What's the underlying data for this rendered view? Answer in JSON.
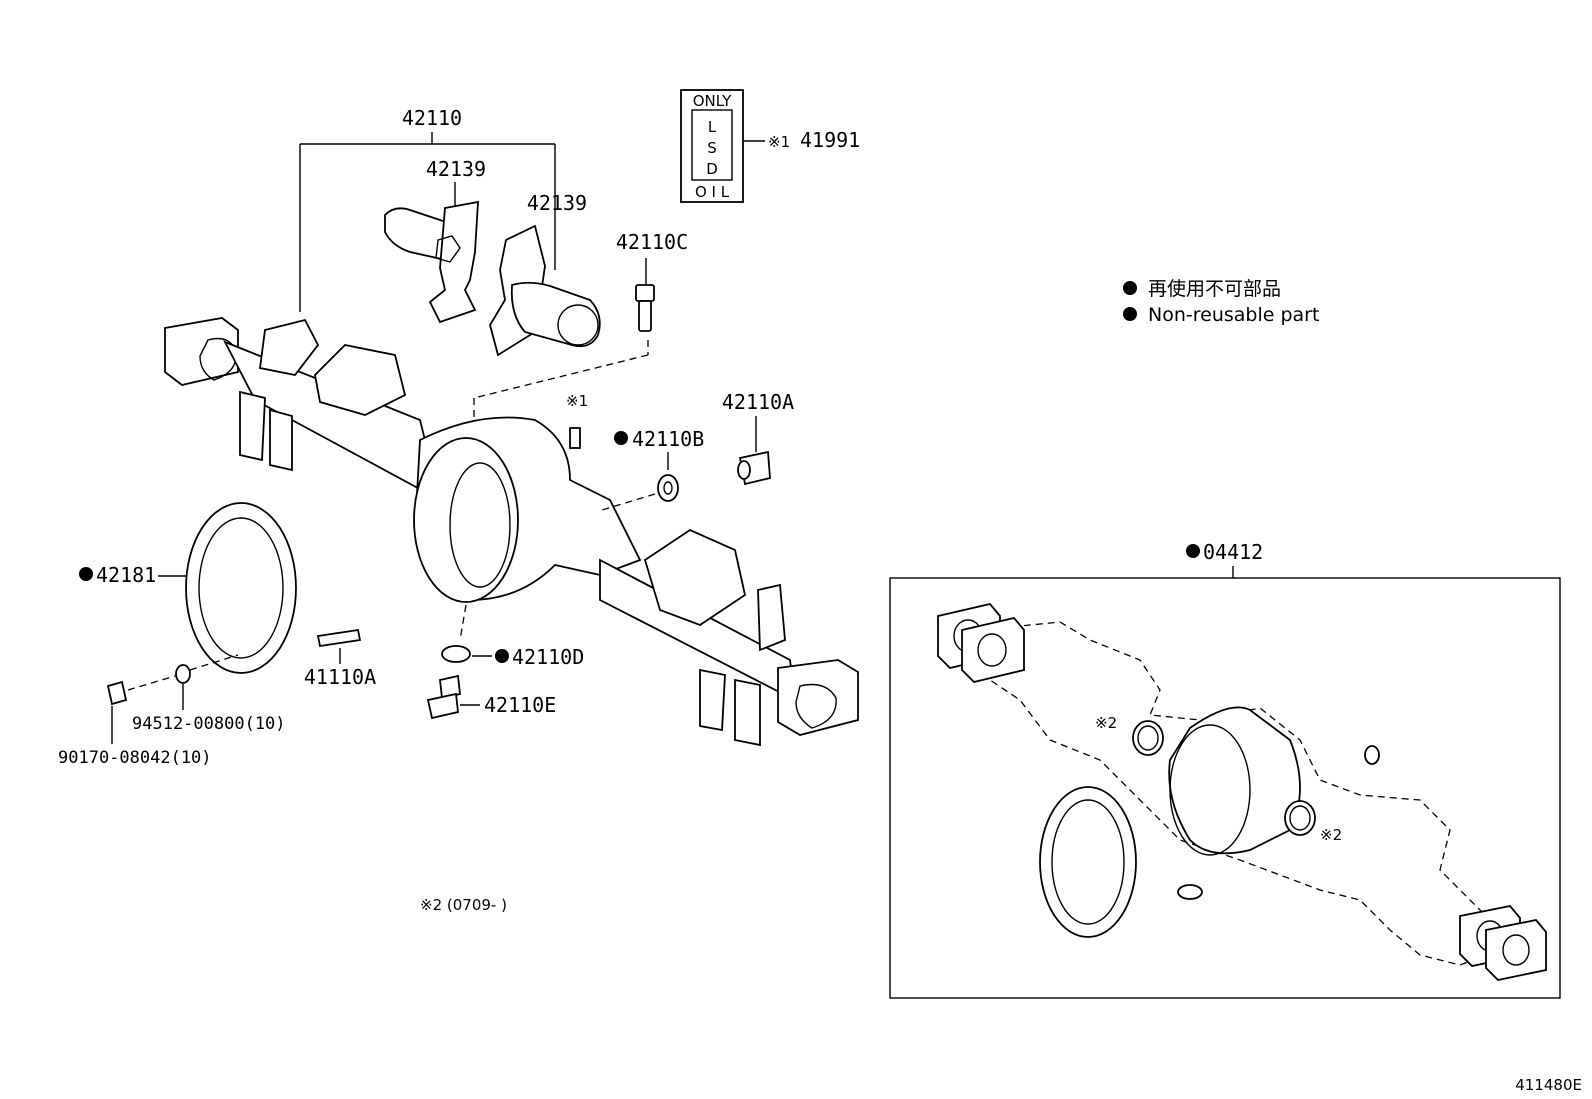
{
  "parts": {
    "housing_assy": "42110",
    "shim_left": "42139",
    "shim_right": "42139",
    "breather": "42110C",
    "oil_label_no": "41991",
    "oil_label_ref": "※1",
    "label_ref_small": "※1",
    "plug_a": "42110A",
    "gasket_b": "42110B",
    "gasket_cover": "42181",
    "stud": "41110A",
    "washer": "94512-00800(10)",
    "nut": "90170-08042(10)",
    "gasket_d": "42110D",
    "plug_e": "42110E",
    "kit": "04412",
    "seal_ref_left": "※2",
    "seal_ref_right": "※2",
    "footnote": "※2 (0709-      )",
    "drawing_no": "411480E"
  },
  "oil_label": {
    "top": "ONLY",
    "letters": [
      "L",
      "S",
      "D"
    ],
    "bottom": "O I L"
  },
  "legend": {
    "jp": "再使用不可部品",
    "en": "Non-reusable part"
  }
}
